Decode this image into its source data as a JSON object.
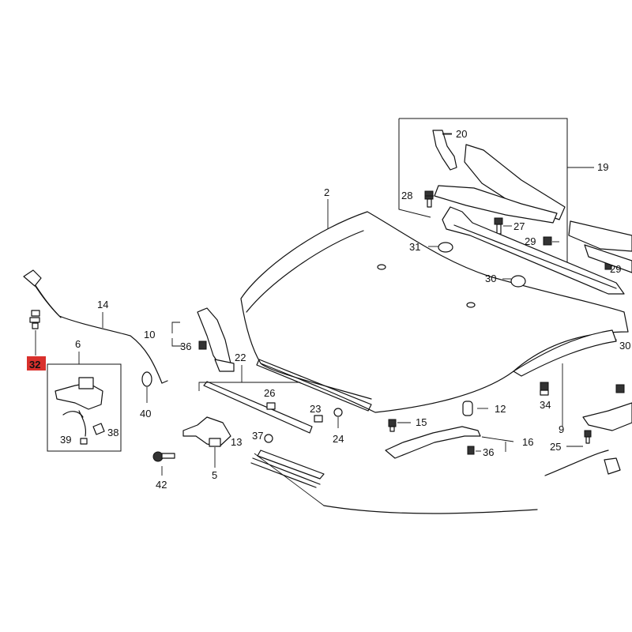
{
  "diagram": {
    "callouts": {
      "c2": "2",
      "c5": "5",
      "c6": "6",
      "c9": "9",
      "c10": "10",
      "c12": "12",
      "c13": "13",
      "c14": "14",
      "c15": "15",
      "c16": "16",
      "c19": "19",
      "c20": "20",
      "c22": "22",
      "c23": "23",
      "c24": "24",
      "c25": "25",
      "c26": "26",
      "c27": "27",
      "c28": "28",
      "c29a": "29",
      "c29b": "29",
      "c30a": "30",
      "c30b": "30",
      "c31": "31",
      "c32": "32",
      "c34": "34",
      "c36a": "36",
      "c36b": "36",
      "c37": "37",
      "c38": "38",
      "c39": "39",
      "c40": "40",
      "c42": "42"
    },
    "highlight_color": "#d9302c"
  }
}
